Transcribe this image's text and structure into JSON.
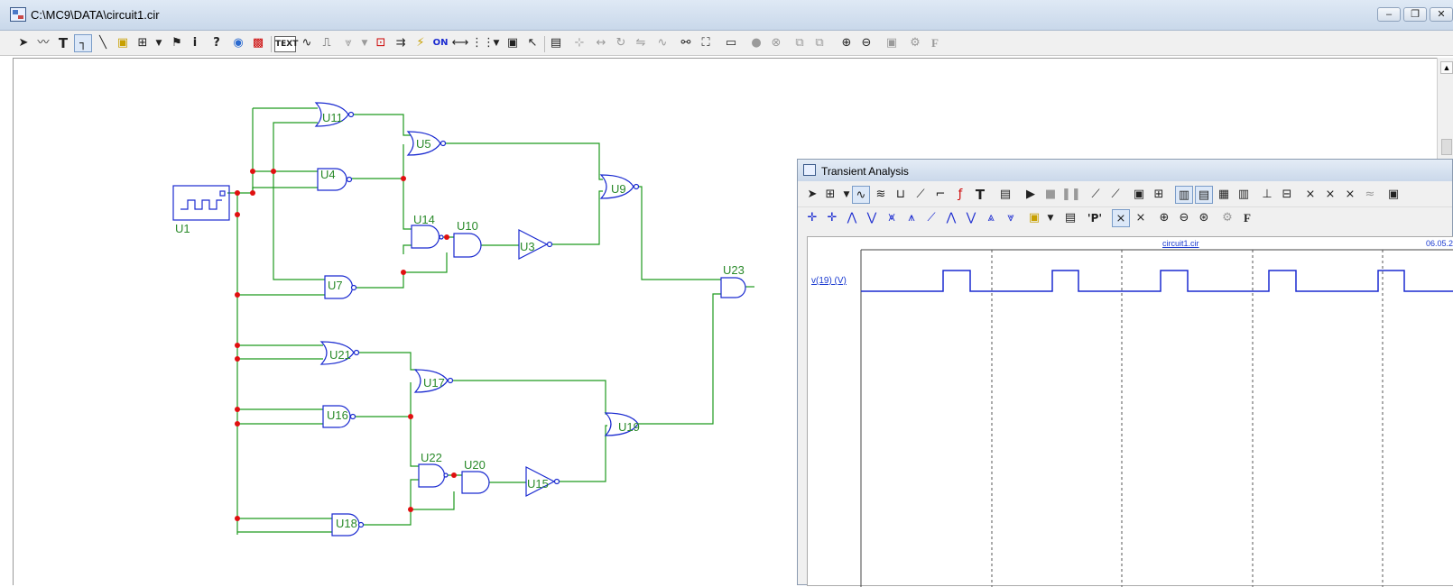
{
  "window": {
    "title": "C:\\MC9\\DATA\\circuit1.cir",
    "min_label": "‒",
    "max_label": "❐",
    "close_label": "✕"
  },
  "main_toolbar": {
    "text_button_label": "TEXT",
    "icons": [
      "select-arrow",
      "wire",
      "text-tool",
      "step-wire",
      "line",
      "component",
      "grid-components",
      "flag",
      "info",
      "help",
      "probe",
      "pause",
      "text-mode",
      "waveform-a",
      "waveform-b",
      "waveform-c",
      "analysis",
      "bus",
      "transistor",
      "on-switch",
      "connector",
      "dots",
      "window",
      "cursor",
      "properties",
      "align",
      "flip",
      "rotate",
      "mirror",
      "wave",
      "find",
      "binoculars",
      "comment",
      "stop",
      "cancel",
      "copy",
      "paste",
      "zoom-in",
      "zoom-out",
      "camera",
      "gear",
      "font"
    ],
    "on_label": "ON",
    "font_label": "F"
  },
  "schematic": {
    "gates": [
      "U11",
      "U4",
      "U5",
      "U9",
      "U14",
      "U10",
      "U3",
      "U7",
      "U23",
      "U21",
      "U17",
      "U16",
      "U19",
      "U22",
      "U20",
      "U15",
      "U18"
    ],
    "source_label": "U1"
  },
  "transient": {
    "title": "Transient Analysis",
    "file": "circuit1.cir",
    "date": "06.05.2",
    "trace_label": "v(19) (V)",
    "p_label": "'P'",
    "font_label": "F"
  },
  "colors": {
    "wire": "#1e9a1e",
    "gate": "#1a2ad0",
    "node": "#e01010",
    "label": "#2a8a2a",
    "trace": "#1a2ad0"
  }
}
